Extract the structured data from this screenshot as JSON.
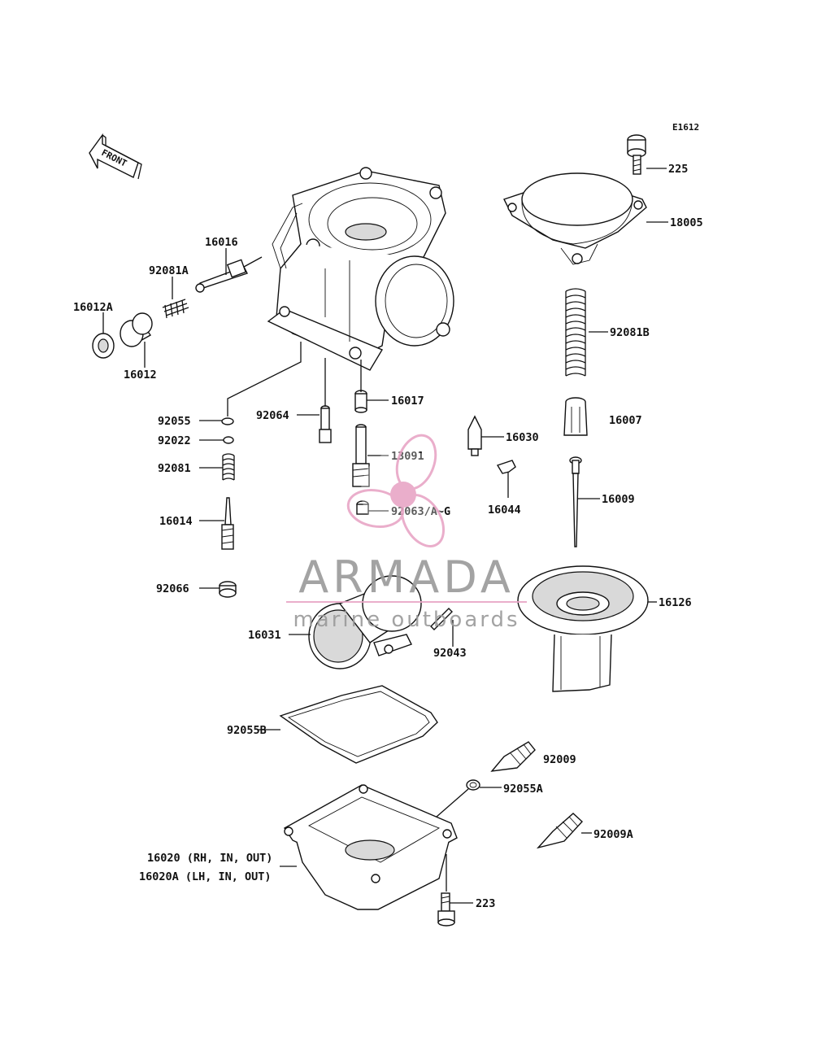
{
  "diagram_code": "E1612",
  "front_arrow_label": "FRONT",
  "watermark": {
    "brand": "ARMADA",
    "tagline": "marine outboards",
    "accent_color": "#e8a6c6",
    "text_color": "#9a9a9a"
  },
  "parts": {
    "p225": "225",
    "p18005": "18005",
    "p16016": "16016",
    "p92081A": "92081A",
    "p16012A": "16012A",
    "p16012": "16012",
    "p92081B": "92081B",
    "p16017": "16017",
    "p16007": "16007",
    "p92055": "92055",
    "p92064": "92064",
    "p16030": "16030",
    "p92022": "92022",
    "p13091": "13091",
    "p92081": "92081",
    "p16044": "16044",
    "p92063": "92063/A~G",
    "p16009": "16009",
    "p16014": "16014",
    "p92066": "92066",
    "p16126": "16126",
    "p16031": "16031",
    "p92043": "92043",
    "p92055B": "92055B",
    "p92009": "92009",
    "p92055A": "92055A",
    "p92009A": "92009A",
    "p16020": "16020 (RH, IN, OUT)",
    "p16020A": "16020A (LH, IN, OUT)",
    "p223": "223"
  }
}
